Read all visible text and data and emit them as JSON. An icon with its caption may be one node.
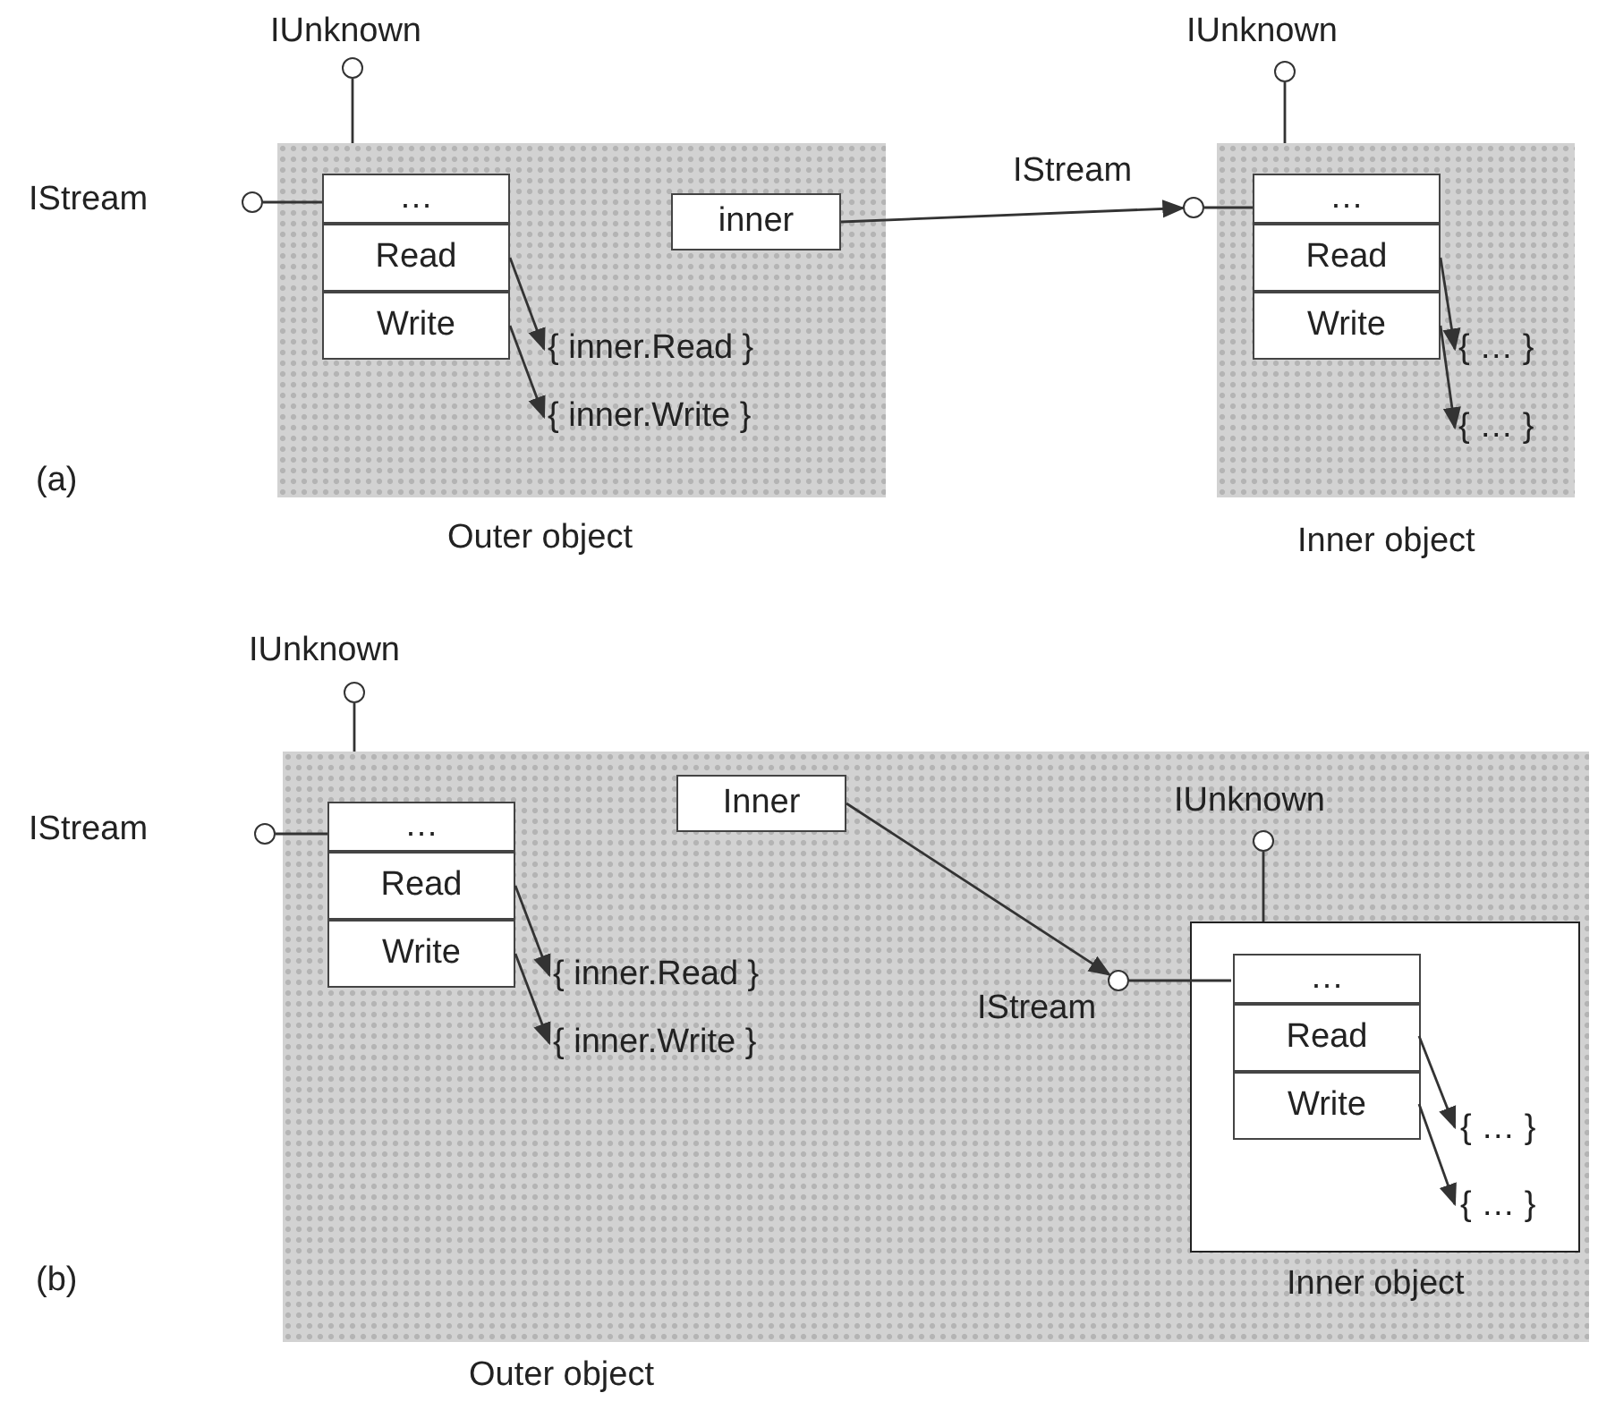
{
  "diagram": {
    "nodes": [
      {
        "text": [
          "Outer object"
        ]
      },
      {
        "text": [
          "…"
        ],
        "in": 0
      },
      {
        "text": [
          "Read"
        ],
        "in": 0
      },
      {
        "text": [
          "Write"
        ],
        "in": 0
      },
      {
        "text": [
          "inner"
        ],
        "in": 0
      },
      {
        "text": [
          "{ inner.Read }"
        ],
        "in": 0
      },
      {
        "text": [
          "{ inner.Write }"
        ],
        "in": 0
      },
      {
        "text": [
          "IUnknown"
        ]
      },
      {
        "text": [
          "IStream"
        ]
      },
      {
        "text": [
          "Inner object"
        ]
      },
      {
        "text": [
          "…"
        ],
        "in": 9
      },
      {
        "text": [
          "Read"
        ],
        "in": 9
      },
      {
        "text": [
          "Write"
        ],
        "in": 9
      },
      {
        "text": [
          "{ … }"
        ],
        "in": 9
      },
      {
        "text": [
          "{ … }"
        ],
        "in": 9
      },
      {
        "text": [
          "IUnknown"
        ]
      },
      {
        "text": [
          "IStream"
        ]
      },
      {
        "text": [
          "Outer object"
        ]
      },
      {
        "text": [
          "…"
        ],
        "in": 17
      },
      {
        "text": [
          "Read"
        ],
        "in": 17
      },
      {
        "text": [
          "Write"
        ],
        "in": 17
      },
      {
        "text": [
          "Inner"
        ],
        "in": 17
      },
      {
        "text": [
          "{ inner.Read }"
        ],
        "in": 17
      },
      {
        "text": [
          "{ inner.Write }"
        ],
        "in": 17
      },
      {
        "text": [
          "IUnknown"
        ]
      },
      {
        "text": [
          "IStream"
        ]
      },
      {
        "text": [
          "Inner object"
        ],
        "in": 17
      },
      {
        "text": [
          "…"
        ],
        "in": 26
      },
      {
        "text": [
          "Read"
        ],
        "in": 26
      },
      {
        "text": [
          "Write"
        ],
        "in": 26
      },
      {
        "text": [
          "{ … }"
        ],
        "in": 26
      },
      {
        "text": [
          "{ … }"
        ],
        "in": 26
      },
      {
        "text": [
          "IUnknown"
        ],
        "in": 17
      },
      {
        "text": [
          "IStream"
        ],
        "in": 17
      }
    ],
    "edges": [
      {
        "from": 7,
        "to": 0,
        "arrow": "none"
      },
      {
        "from": 8,
        "to": 1,
        "arrow": "none"
      },
      {
        "from": 2,
        "to": 5,
        "arrow": "to"
      },
      {
        "from": 3,
        "to": 6,
        "arrow": "to"
      },
      {
        "from": 4,
        "to": 16,
        "arrow": "to"
      },
      {
        "from": 15,
        "to": 9,
        "arrow": "none"
      },
      {
        "from": 16,
        "to": 10,
        "arrow": "none"
      },
      {
        "from": 11,
        "to": 13,
        "arrow": "to"
      },
      {
        "from": 12,
        "to": 14,
        "arrow": "to"
      },
      {
        "from": 24,
        "to": 17,
        "arrow": "none"
      },
      {
        "from": 25,
        "to": 18,
        "arrow": "none"
      },
      {
        "from": 19,
        "to": 22,
        "arrow": "to"
      },
      {
        "from": 20,
        "to": 23,
        "arrow": "to"
      },
      {
        "from": 21,
        "to": 33,
        "arrow": "to"
      },
      {
        "from": 32,
        "to": 26,
        "arrow": "none"
      },
      {
        "from": 33,
        "to": 27,
        "arrow": "none"
      },
      {
        "from": 28,
        "to": 30,
        "arrow": "to"
      },
      {
        "from": 29,
        "to": 31,
        "arrow": "to"
      }
    ],
    "labels": [
      "(a)",
      "(b)"
    ]
  }
}
